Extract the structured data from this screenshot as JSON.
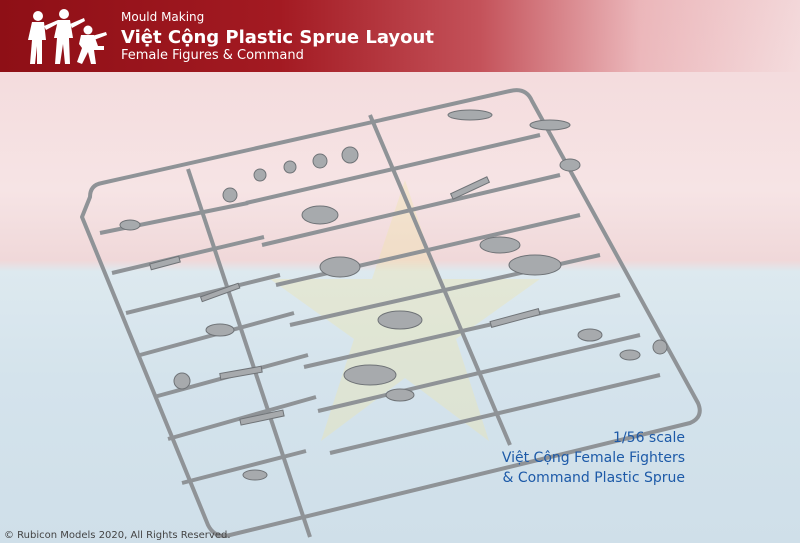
{
  "header": {
    "kicker": "Mould Making",
    "title": "Việt Cộng Plastic Sprue Layout",
    "subtitle": "Female Figures & Command"
  },
  "caption": {
    "line1": "1/56 scale",
    "line2": "Việt Cộng Female Fighters",
    "line3": "& Command Plastic Sprue"
  },
  "footer": {
    "copyright": "© Rubicon Models 2020, All Rights Reserved."
  },
  "colors": {
    "header_red": "#a31a22",
    "caption_blue": "#1d5aa8",
    "sprue_grey": "#9a9da0"
  }
}
